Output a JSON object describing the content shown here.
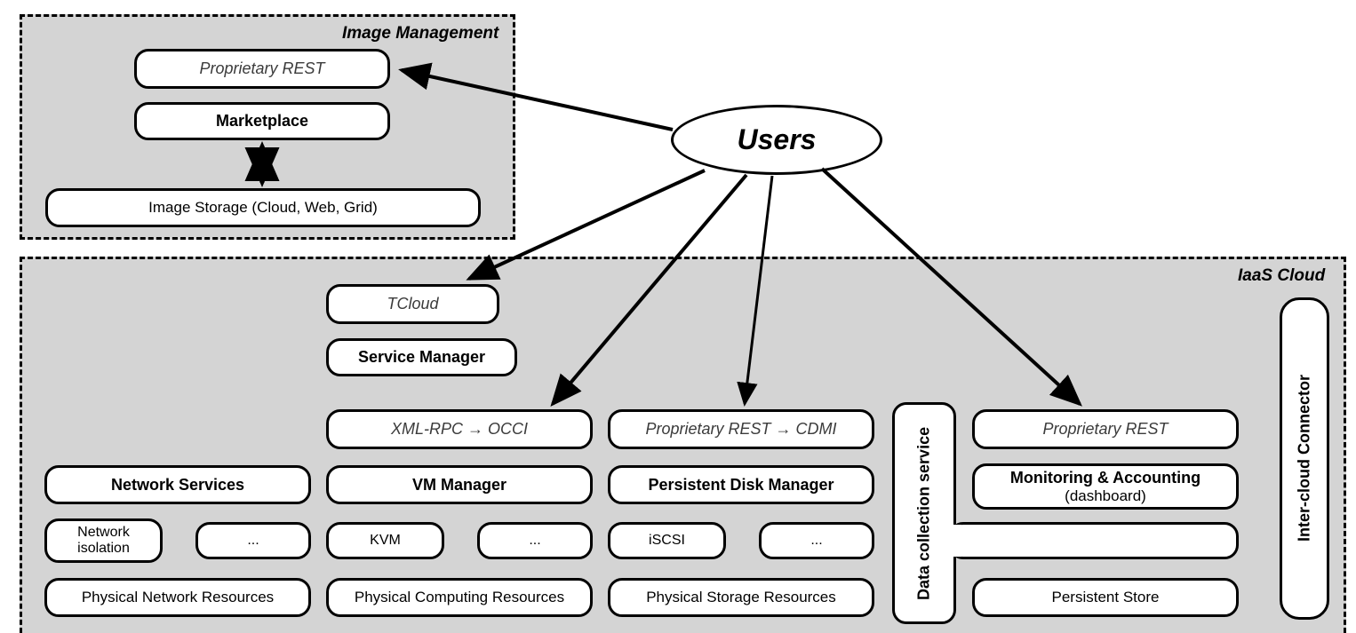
{
  "diagram": {
    "title": "IaaS Cloud and Image Management architecture",
    "colors": {
      "region_fill": "#d4d4d4",
      "box_fill": "#ffffff",
      "stroke": "#000000",
      "interface_text": "#3b3b3b"
    },
    "regions": [
      {
        "id": "image-management",
        "label": "Image Management"
      },
      {
        "id": "iaas-cloud",
        "label": "IaaS Cloud"
      }
    ],
    "actor": {
      "label": "Users"
    },
    "image_management": {
      "interface": "Proprietary REST",
      "component": "Marketplace",
      "storage": "Image Storage (Cloud, Web, Grid)"
    },
    "iaas": {
      "service_layer": {
        "interface": "TCloud",
        "component": "Service Manager"
      },
      "columns": [
        {
          "id": "network",
          "interface": "",
          "manager": "Network Services",
          "drivers": [
            "Network isolation",
            "..."
          ],
          "resource": "Physical Network Resources"
        },
        {
          "id": "compute",
          "interface": "XML-RPC → OCCI",
          "manager": "VM Manager",
          "drivers": [
            "KVM",
            "..."
          ],
          "resource": "Physical Computing Resources"
        },
        {
          "id": "storage",
          "interface": "Proprietary REST → CDMI",
          "manager": "Persistent Disk Manager",
          "drivers": [
            "iSCSI",
            "..."
          ],
          "resource": "Physical Storage Resources"
        },
        {
          "id": "monitoring",
          "interface": "Proprietary REST",
          "manager": "Monitoring & Accounting",
          "manager_sub": "(dashboard)",
          "drivers": [
            ""
          ],
          "resource": "Persistent Store"
        }
      ],
      "data_collection": "Data collection service",
      "inter_cloud": "Inter-cloud Connector"
    },
    "connections": [
      {
        "from": "Users",
        "to": "Proprietary REST (Image Management)",
        "kind": "arrow"
      },
      {
        "from": "Marketplace",
        "to": "Image Storage (Cloud, Web, Grid)",
        "kind": "double-arrow"
      },
      {
        "from": "Users",
        "to": "TCloud",
        "kind": "arrow"
      },
      {
        "from": "Users",
        "to": "XML-RPC → OCCI",
        "kind": "arrow"
      },
      {
        "from": "Users",
        "to": "Proprietary REST → CDMI",
        "kind": "arrow"
      },
      {
        "from": "Users",
        "to": "Proprietary REST (Monitoring)",
        "kind": "arrow"
      }
    ]
  }
}
